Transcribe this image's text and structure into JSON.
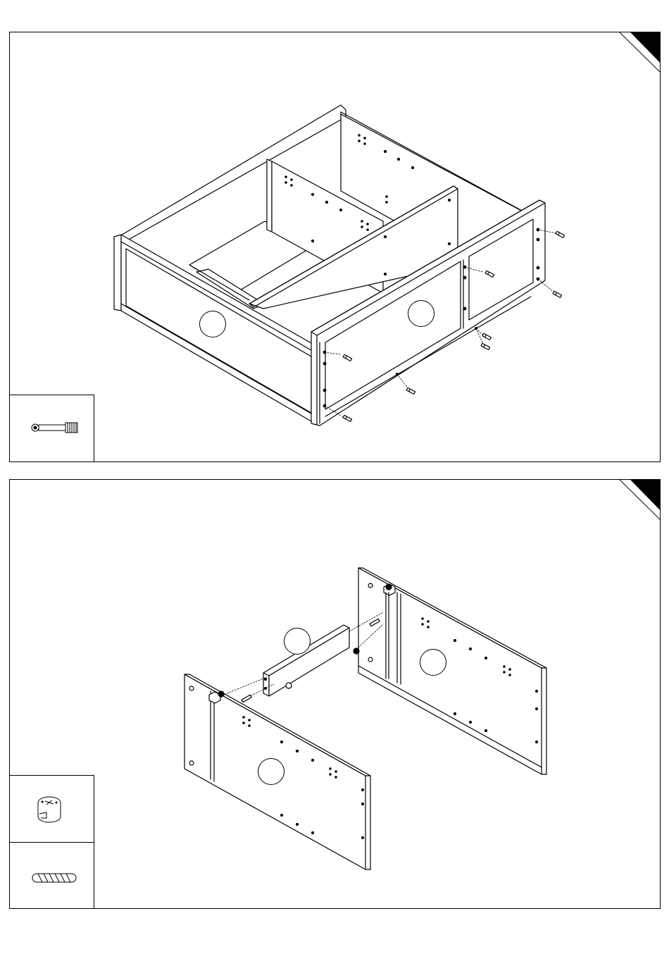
{
  "document": {
    "type": "furniture assembly instructions",
    "steps": [
      {
        "panel": "step-1",
        "hardware": [
          {
            "icon": "cam-bolt-icon"
          }
        ],
        "part_callouts": [
          "",
          ""
        ]
      },
      {
        "panel": "step-2",
        "hardware": [
          {
            "icon": "cam-lock-icon"
          },
          {
            "icon": "wooden-dowel-icon"
          }
        ],
        "part_callouts": [
          "",
          "",
          ""
        ]
      }
    ],
    "colors": {
      "line": "#000000",
      "paper": "#ffffff",
      "tab": "#000000"
    }
  }
}
